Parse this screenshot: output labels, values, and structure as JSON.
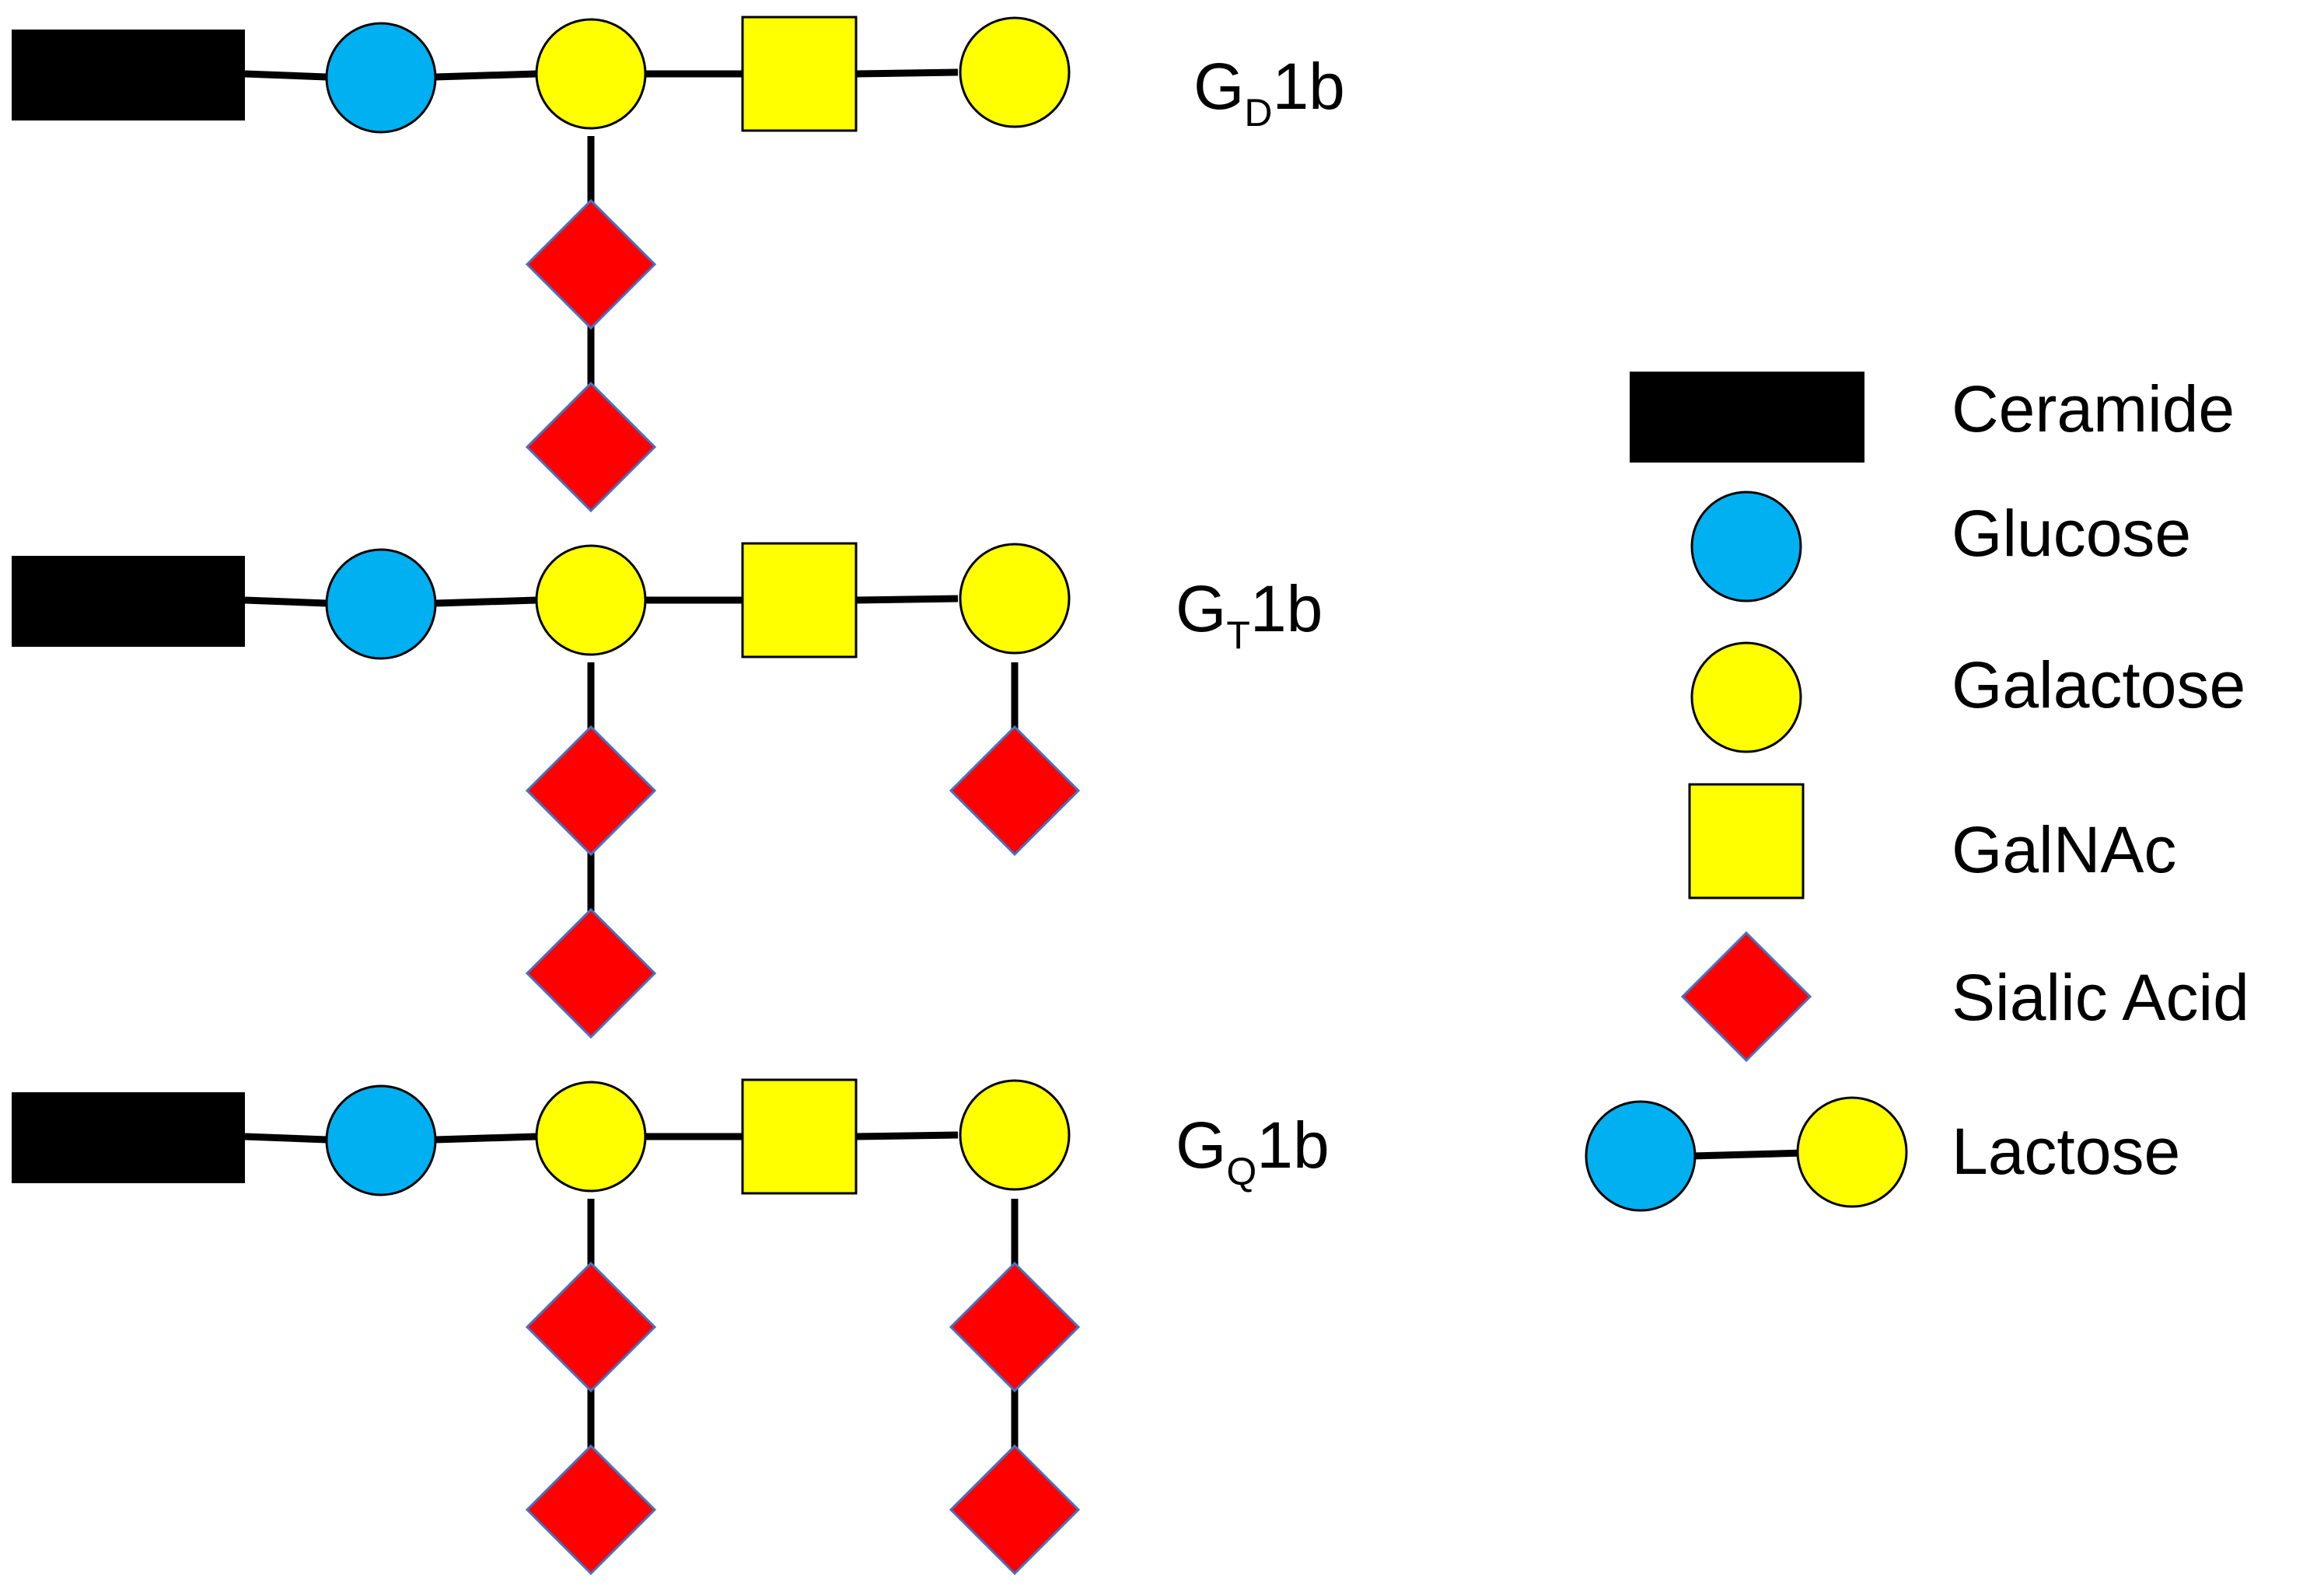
{
  "gangliosides": [
    {
      "prefix": "G",
      "subscript": "D",
      "suffix": "1b",
      "sialic_on_inner_galactose": 2,
      "sialic_on_terminal_galactose": 0
    },
    {
      "prefix": "G",
      "subscript": "T",
      "suffix": "1b",
      "sialic_on_inner_galactose": 2,
      "sialic_on_terminal_galactose": 1
    },
    {
      "prefix": "G",
      "subscript": "Q",
      "suffix": "1b",
      "sialic_on_inner_galactose": 2,
      "sialic_on_terminal_galactose": 2
    }
  ],
  "legend": {
    "ceramide": "Ceramide",
    "glucose": "Glucose",
    "galactose": "Galactose",
    "galnac": "GalNAc",
    "sialic_acid": "Sialic Acid",
    "lactose": "Lactose"
  },
  "colors": {
    "ceramide": "#000000",
    "glucose": "#00b0f0",
    "galactose": "#ffff00",
    "galnac": "#ffff00",
    "sialic_acid": "#ff0000",
    "bond": "#000000"
  }
}
